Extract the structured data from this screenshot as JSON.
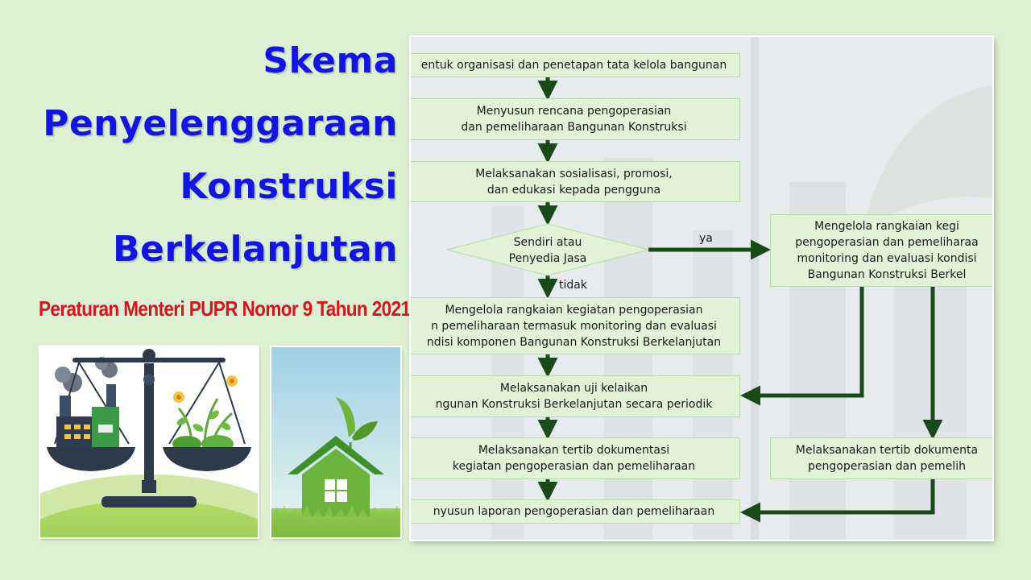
{
  "title": {
    "line1": "Skema",
    "line2": "Penyelenggaraan",
    "line3": "Konstruksi",
    "line4": "Berkelanjutan"
  },
  "subtitle": "Peraturan Menteri PUPR Nomor 9 Tahun 2021",
  "colors": {
    "title": "#1414e6",
    "subtitle": "#d8141c",
    "box_fill": "#e0f3d6",
    "arrow": "#1a4a1a",
    "background": "#dcf0d2"
  },
  "flowchart": {
    "steps": [
      "entuk organisasi dan penetapan tata kelola bangunan",
      "Menyusun rencana pengoperasian\ndan pemeliharaan Bangunan Konstruksi",
      "Melaksanakan sosialisasi, promosi,\ndan edukasi kepada pengguna",
      "Mengelola rangkaian kegiatan pengoperasian\nn pemeliharaan termasuk monitoring dan evaluasi\nndisi komponen Bangunan Konstruksi Berkelanjutan",
      "Melaksanakan uji kelaikan\nngunan Konstruksi Berkelanjutan secara periodik",
      "Melaksanakan tertib dokumentasi\nkegiatan pengoperasian dan pemeliharaan",
      "nyusun laporan pengoperasian dan pemeliharaan"
    ],
    "decision": "Sendiri atau\nPenyedia Jasa",
    "yes_label": "ya",
    "no_label": "tidak",
    "side_steps": [
      "Mengelola rangkaian kegi\npengoperasian dan pemeliharaa\nmonitoring dan evaluasi kondisi\nBangunan Konstruksi Berkel",
      "Melaksanakan tertib dokumenta\npengoperasian dan pemelih"
    ]
  },
  "icons": {
    "balance_scale": "balance-scale-factory-vs-plants",
    "eco_house": "green-house-with-leaf"
  }
}
